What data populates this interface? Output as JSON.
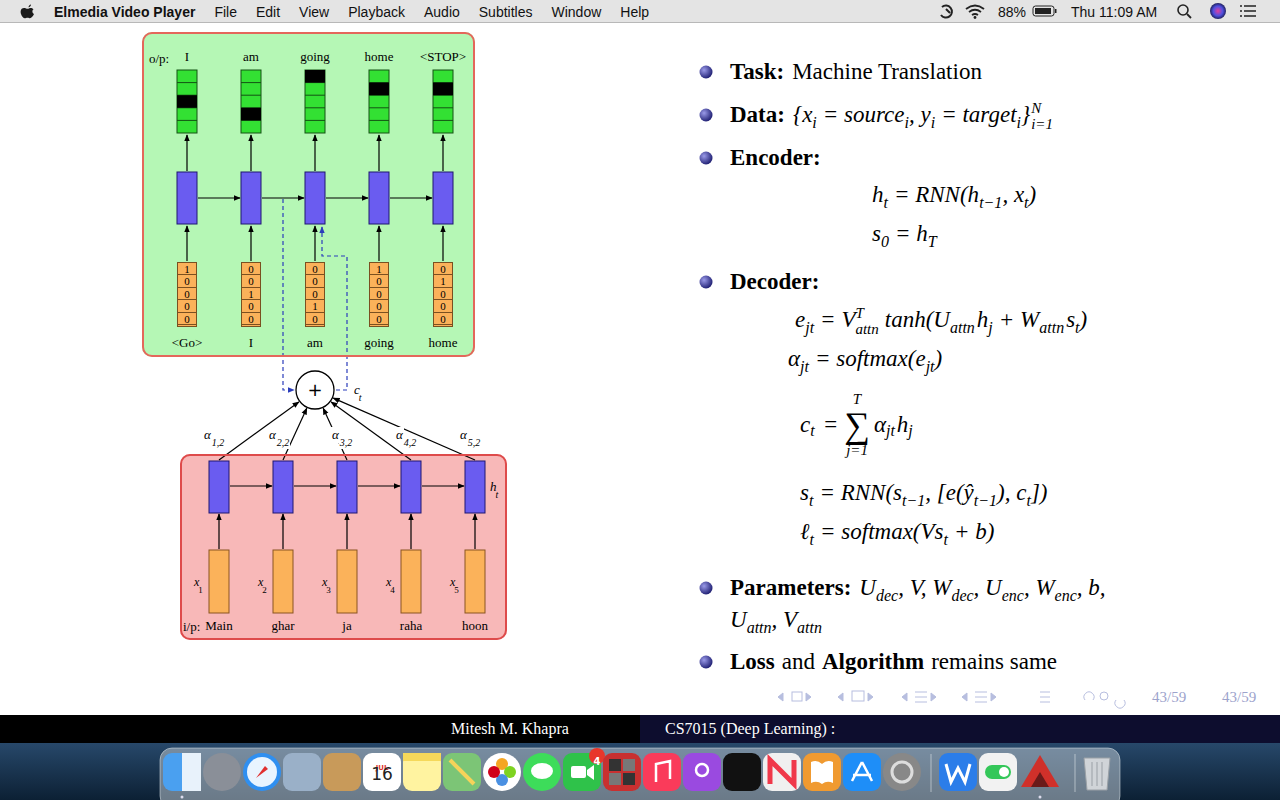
{
  "diagram": {
    "nodes": [
      {
        "text": [
          "Elmedia Video Player",
          "File",
          "Edit",
          "View",
          "Playback",
          "Audio",
          "Subtitles",
          "Window",
          "Help",
          "88%",
          "Thu 11:09 AM"
        ]
      },
      {
        "text": [
          "o/p:"
        ]
      },
      {
        "text": [
          "1 0 0 0 0"
        ],
        "in": 1
      },
      {
        "text": [
          "0 0 1 0 0"
        ],
        "in": 1
      },
      {
        "text": [
          "0 0 0 1 0"
        ],
        "in": 1
      },
      {
        "text": [
          "1 0 0 0 0"
        ],
        "in": 1
      },
      {
        "text": [
          "0 1 0 0 0"
        ],
        "in": 1
      },
      {
        "text": [
          "+"
        ]
      },
      {
        "text": [
          "i/p:"
        ]
      },
      {
        "text": [
          "Mitesh M. Khapra",
          "CS7015 (Deep Learning) :"
        ]
      }
    ],
    "labels": [
      "I",
      "am",
      "going",
      "home",
      "<STOP>",
      "<Go>",
      "I",
      "am",
      "going",
      "home",
      "c",
      "t",
      "α",
      "1,2",
      "α",
      "2,2",
      "α",
      "3,2",
      "α",
      "4,2",
      "α",
      "5,2",
      "h",
      "t",
      "x",
      "1",
      "x",
      "2",
      "x",
      "3",
      "x",
      "4",
      "x",
      "5",
      "Main",
      "ghar",
      "ja",
      "raha",
      "hoon",
      "Task:",
      "Machine Translation",
      "Data:",
      "{x",
      "i",
      "= source",
      "i",
      ", y",
      "i",
      "= target",
      "i",
      "}",
      "N",
      "i=1",
      "Encoder:",
      "h",
      "t",
      "= RNN(h",
      "t−1",
      ", x",
      "t",
      ")",
      "s",
      "0",
      "= h",
      "T",
      "Decoder:",
      "e",
      "jt",
      "= V",
      "T",
      "attn",
      "tanh(U",
      "attn",
      "h",
      "j",
      "+ W",
      "attn",
      "s",
      "t",
      ")",
      "α",
      "jt",
      "= softmax(e",
      "jt",
      ")",
      "c",
      "t",
      "=",
      "T",
      "∑",
      "j=1",
      "α",
      "jt",
      "h",
      "j",
      "s",
      "t",
      "= RNN(s",
      "t−1",
      ", [e(ŷ",
      "t−1",
      "), c",
      "t",
      "])",
      "ℓ",
      "t",
      "= softmax(Vs",
      "t",
      "+ b)",
      "Parameters:",
      "U",
      "dec",
      ", V, W",
      "dec",
      ", U",
      "enc",
      ", W",
      "enc",
      ", b,",
      "U",
      "attn",
      ", V",
      "attn",
      "Loss",
      "and",
      "Algorithm",
      "remains same",
      "43/59",
      "43/59",
      "JUL",
      "16",
      "4"
    ]
  }
}
